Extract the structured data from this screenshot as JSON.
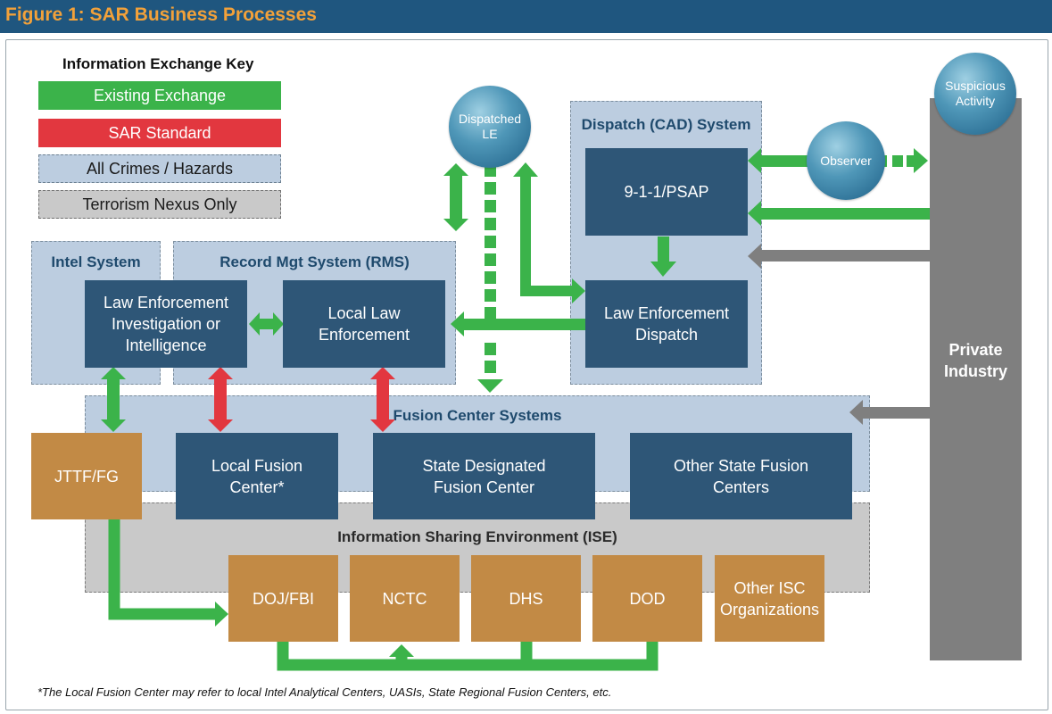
{
  "figure_title": "Figure 1: SAR Business Processes",
  "key": {
    "title": "Information Exchange Key",
    "existing": "Existing Exchange",
    "sar": "SAR Standard",
    "all_crimes": "All Crimes / Hazards",
    "terrorism": "Terrorism Nexus Only"
  },
  "regions": {
    "intel": "Intel System",
    "rms": "Record Mgt System (RMS)",
    "cad": "Dispatch (CAD) System",
    "fusion": "Fusion Center Systems",
    "ise": "Information Sharing Environment (ISE)"
  },
  "nodes": {
    "le_investigation": "Law Enforcement\nInvestigation or\nIntelligence",
    "local_le": "Local Law\nEnforcement",
    "psap": "9-1-1/PSAP",
    "le_dispatch": "Law Enforcement\nDispatch",
    "jttf": "JTTF/FG",
    "local_fusion": "Local Fusion\nCenter*",
    "state_fusion": "State Designated\nFusion Center",
    "other_state": "Other State Fusion\nCenters",
    "doj": "DOJ/FBI",
    "nctc": "NCTC",
    "dhs": "DHS",
    "dod": "DOD",
    "other_isc": "Other ISC\nOrganizations"
  },
  "circles": {
    "suspicious": "Suspicious\nActivity",
    "dispatched": "Dispatched\nLE",
    "observer": "Observer"
  },
  "private_industry": "Private\nIndustry",
  "footnote": "*The Local Fusion Center may refer to local Intel Analytical Centers, UASIs, State Regional Fusion Centers, etc.",
  "colors": {
    "title_bar": "#1f567f",
    "title_text": "#f2a13a",
    "green": "#3bb34a",
    "red": "#e2373f",
    "dark_box": "#2e5677",
    "tan_box": "#c28a45",
    "blue_region": "#bccde0",
    "gray_region": "#c9c9c9",
    "private_industry": "#7f7f7f"
  }
}
